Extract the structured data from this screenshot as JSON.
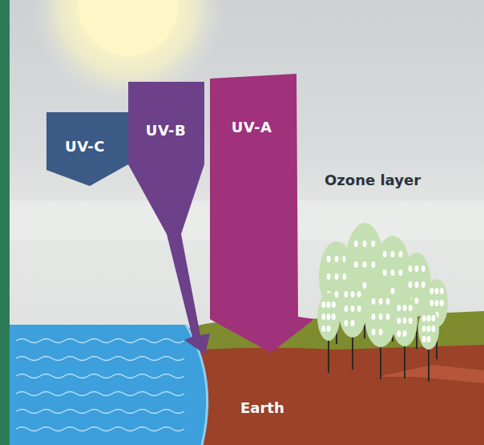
{
  "diagram": {
    "nodes": [
      {
        "text": [
          "UV-C"
        ]
      },
      {
        "text": [
          "UV-B"
        ]
      },
      {
        "text": [
          "UV-A"
        ]
      }
    ],
    "labels": [
      "Ozone layer",
      "Earth"
    ]
  }
}
